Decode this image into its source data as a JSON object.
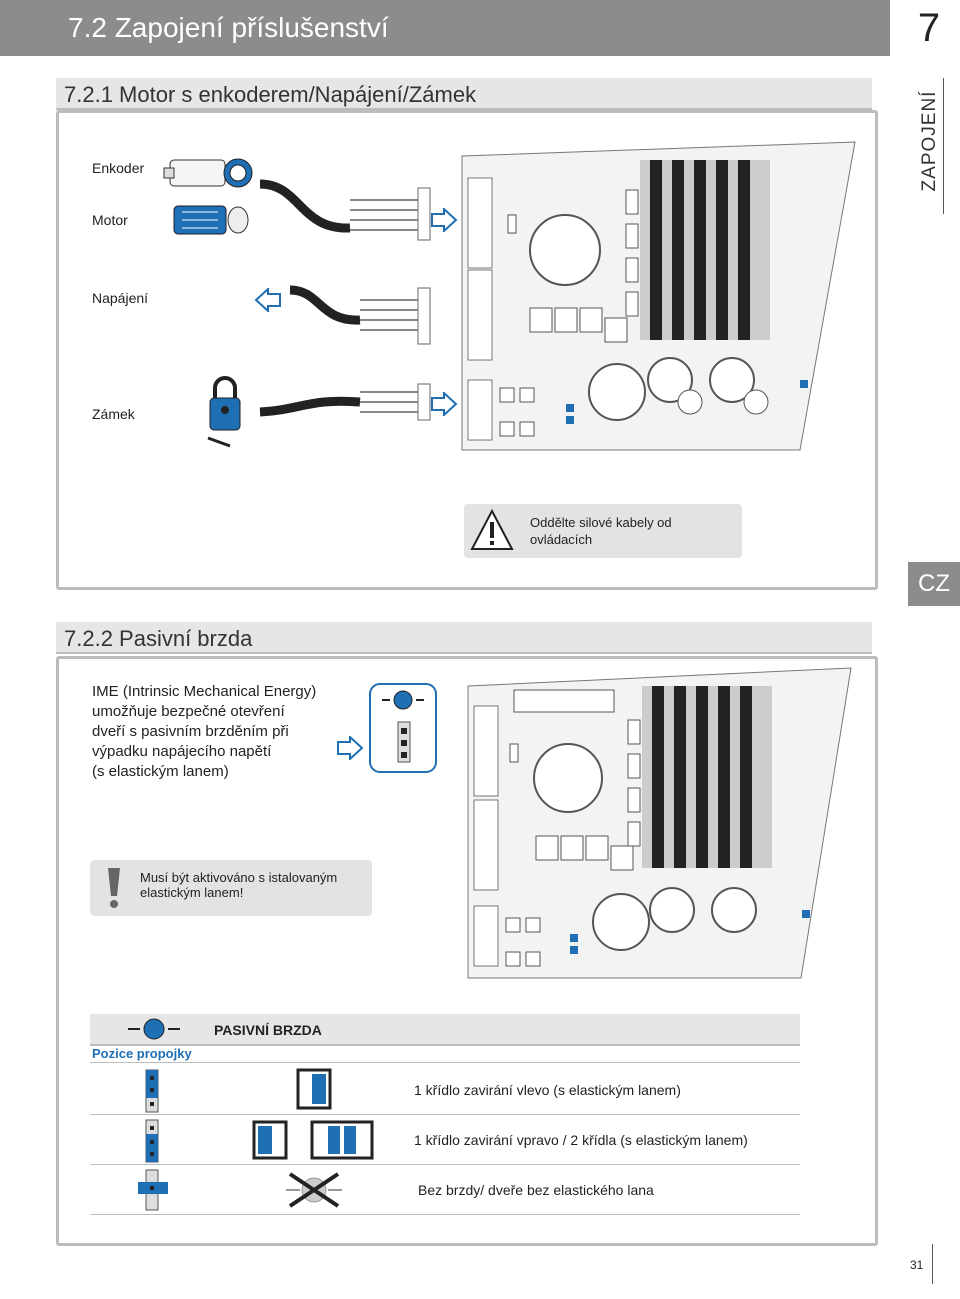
{
  "header": {
    "title": "7.2 Zapojení příslušenství",
    "chapter": "7"
  },
  "side_tab": "ZAPOJENÍ",
  "lang_tab": "CZ",
  "section1": {
    "title": "7.2.1 Motor s enkoderem/Napájení/Zámek",
    "labels": {
      "encoder": "Enkoder",
      "motor": "Motor",
      "power": "Napájení",
      "lock": "Zámek"
    },
    "note": "Oddělte silové kabely od ovládacích"
  },
  "section2": {
    "title": "7.2.2 Pasivní brzda",
    "description": [
      "IME (Intrinsic Mechanical Energy)",
      "umožňuje bezpečné otevření",
      "dveří s pasivním brzděním při",
      "výpadku napájecího napětí",
      "(s elastickým lanem)"
    ],
    "note": [
      "Musí být aktivováno s istalovaným",
      "elastickým lanem!"
    ]
  },
  "table": {
    "header": "PASIVNÍ BRZDA",
    "sub_header": "Pozice propojky",
    "rows": [
      {
        "text": "1 křídlo zavirání vlevo (s elastickým lanem)"
      },
      {
        "text": "1 křídlo zavirání vpravo / 2 křídla (s elastickým lanem)"
      },
      {
        "text": "Bez brzdy/ dveře bez elastického lana"
      }
    ]
  },
  "page_number": "31",
  "colors": {
    "accent": "#1f6fb5",
    "bar": "#8a8c8e",
    "panel_border": "#bcbcbc"
  }
}
